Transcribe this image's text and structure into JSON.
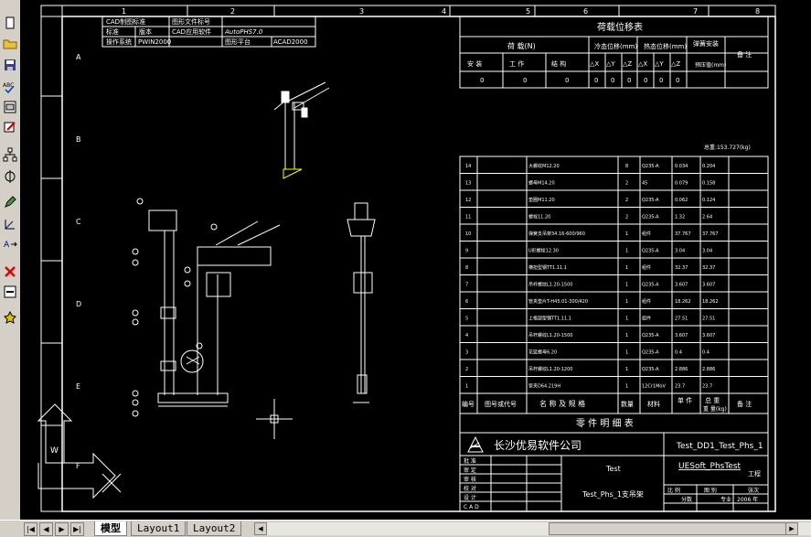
{
  "toolbar": {
    "icons": [
      "new-file-icon",
      "open-folder-icon",
      "save-disk-icon",
      "spell-check-icon",
      "properties-icon",
      "edit-text-icon",
      "network-icon",
      "compass-icon",
      "pencil-icon",
      "angle-icon",
      "text-attribute-icon",
      "close-x-icon",
      "minus-box-icon",
      "star-icon"
    ]
  },
  "frame": {
    "col_numbers": [
      "1",
      "2",
      "3",
      "4",
      "5",
      "6",
      "7",
      "8"
    ],
    "row_letters": [
      "A",
      "B",
      "C",
      "D",
      "E",
      "F"
    ]
  },
  "title_block_top": {
    "r1": [
      "CAD制图标准",
      "图形文件标号"
    ],
    "r2": [
      "标准",
      "版本",
      "CAD应用软件",
      "AutoPHS7.0"
    ],
    "r3": [
      "操作系统",
      "PWIN2000",
      "图形平台",
      "ACAD2000"
    ]
  },
  "load_table": {
    "title": "荷载位移表",
    "headers": [
      "荷 载(N)",
      "冷态位移(mm)",
      "热态位移(mm)",
      "弹簧安装",
      "备 注"
    ],
    "sub_headers": [
      "安 装",
      "工 作",
      "结 构",
      "△X",
      "△Y",
      "△Z",
      "△X",
      "△Y",
      "△Z",
      "预压值(mm)"
    ],
    "values": [
      "0",
      "0",
      "0",
      "0",
      "0",
      "0",
      "0",
      "0",
      "0"
    ]
  },
  "total_weight": "总重:153.727(kg)",
  "parts": {
    "rows": [
      {
        "no": "14",
        "name": "大螺纹M12.20",
        "qty": "8",
        "mat": "Q235-A",
        "unit": "0.034",
        "total": "0.204"
      },
      {
        "no": "13",
        "name": "螺母M14.20",
        "qty": "2",
        "mat": "45",
        "unit": "0.079",
        "total": "0.158"
      },
      {
        "no": "12",
        "name": "垫圈M11.20",
        "qty": "2",
        "mat": "Q235-A",
        "unit": "0.062",
        "total": "0.124"
      },
      {
        "no": "11",
        "name": "螺栓11.20",
        "qty": "2",
        "mat": "Q235-A",
        "unit": "1.32",
        "total": "2.64"
      },
      {
        "no": "10",
        "name": "弹簧支吊架34.16-600/960",
        "qty": "1",
        "mat": "组件",
        "unit": "37.767",
        "total": "37.767"
      },
      {
        "no": "9",
        "name": "U形螺栓12.30",
        "qty": "1",
        "mat": "Q235-A",
        "unit": "3.04",
        "total": "3.04"
      },
      {
        "no": "8",
        "name": "横担型钢TT1.11.1",
        "qty": "1",
        "mat": "组件",
        "unit": "32.37",
        "total": "32.37"
      },
      {
        "no": "7",
        "name": "吊杆螺纹L1.20-1500",
        "qty": "1",
        "mat": "Q235-A",
        "unit": "3.607",
        "total": "3.607"
      },
      {
        "no": "6",
        "name": "管夹垫片T-H45.01-300/420",
        "qty": "1",
        "mat": "组件",
        "unit": "18.262",
        "total": "18.262"
      },
      {
        "no": "5",
        "name": "上根部型钢TT1.11.1",
        "qty": "1",
        "mat": "组件",
        "unit": "27.51",
        "total": "27.51"
      },
      {
        "no": "4",
        "name": "吊杆螺纹L1.20-1500",
        "qty": "1",
        "mat": "Q235-A",
        "unit": "3.607",
        "total": "3.607"
      },
      {
        "no": "3",
        "name": "花篮螺母6.20",
        "qty": "1",
        "mat": "Q235-A",
        "unit": "0.4",
        "total": "0.4"
      },
      {
        "no": "2",
        "name": "吊杆螺纹L1.20-1200",
        "qty": "1",
        "mat": "Q235-A",
        "unit": "2.886",
        "total": "2.886"
      },
      {
        "no": "1",
        "name": "管夹D64.219H",
        "qty": "1",
        "mat": "12Cr1MoV",
        "unit": "23.7",
        "total": "23.7"
      }
    ],
    "header": [
      "编号",
      "图号或代号",
      "名 称 及 规 格",
      "数量",
      "材料",
      "单 件",
      "总 重",
      "备 注"
    ],
    "weight_label": "重 量(kg)",
    "footer": "零 件 明 细 表"
  },
  "company": {
    "name": "长沙优易软件公司",
    "drawing_id": "Test_DD1_Test_Phs_1",
    "project": "Test",
    "drawing_name": "Test_Phs_1支吊架",
    "software": "UESoft_PhsTest",
    "stage": "工程",
    "signoff": [
      "批 准",
      "审 定",
      "审 核",
      "校 对",
      "设 计",
      "C A D"
    ],
    "bottom_labels": [
      "比 例",
      "图 别",
      "张次"
    ],
    "scale_row": [
      "分数",
      "专业",
      "2006 年"
    ]
  },
  "tabs": {
    "model": "模型",
    "layout1": "Layout1",
    "layout2": "Layout2"
  },
  "nav": [
    "|◀",
    "◀",
    "▶",
    "▶|"
  ],
  "colors": {
    "line": "#ffffff",
    "hatch": "#ffff00",
    "accent": "#00ffff"
  }
}
